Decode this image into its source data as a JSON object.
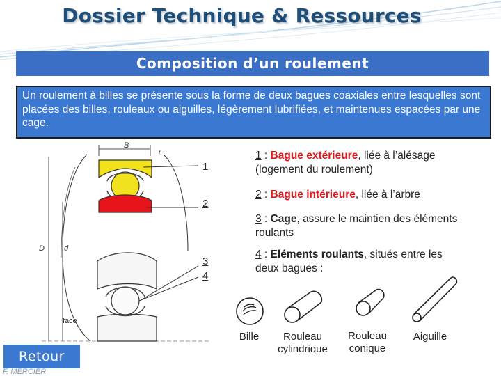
{
  "header": {
    "title": "Dossier Technique & Ressources",
    "subtitle": "Composition d’un roulement"
  },
  "intro": {
    "text": "Un roulement à billes se présente sous la forme de deux bagues coaxiales entre lesquelles sont placées des billes, rouleaux ou aiguilles, légèrement lubrifiées, et maintenues espacées par une cage."
  },
  "diagram": {
    "labels": {
      "B": "B",
      "r": "r",
      "D": "D",
      "d": "d",
      "face": "face"
    },
    "callouts": [
      "1",
      "2",
      "3",
      "4"
    ],
    "colors": {
      "inner_ring": "#e8141b",
      "outer_ring": "#f2e21e"
    }
  },
  "items": [
    {
      "num": "1",
      "sep": " : ",
      "name": "Bague extérieure",
      "desc": ", liée à l’alésage (logement du roulement)"
    },
    {
      "num": "2",
      "sep": " : ",
      "name": "Bague intérieure",
      "desc": ", liée à l’arbre"
    },
    {
      "num": "3",
      "sep": " : ",
      "name": "Cage",
      "desc": ", assure le maintien des éléments roulants"
    },
    {
      "num": "4",
      "sep": " : ",
      "name": "Eléments roulants",
      "desc": ", situés entre les deux bagues :"
    }
  ],
  "rolling_elements": [
    {
      "label": "Bille",
      "icon": "ball-icon"
    },
    {
      "label": "Rouleau cylindrique",
      "icon": "cylindrical-roller-icon"
    },
    {
      "label": "Rouleau conique",
      "icon": "tapered-roller-icon"
    },
    {
      "label": "Aiguille",
      "icon": "needle-icon"
    }
  ],
  "footer": {
    "back_label": "Retour",
    "credit": "F. MERCIER"
  },
  "colors": {
    "title": "#1f4e79",
    "bar": "#3b6fc6",
    "box": "#3b78d2",
    "highlight": "#e0161b"
  }
}
